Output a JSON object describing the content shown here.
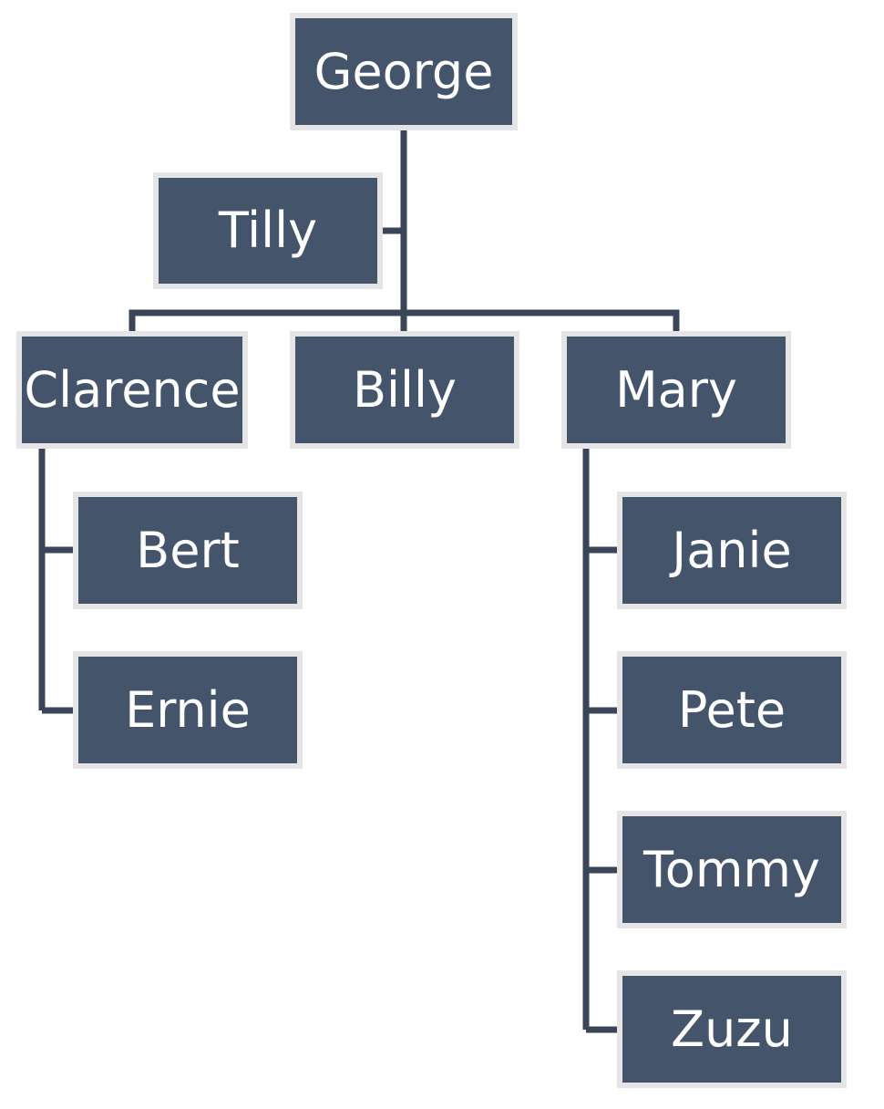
{
  "org_chart": {
    "root": "George",
    "assistant": "Tilly",
    "children": {
      "clarence": "Clarence",
      "billy": "Billy",
      "mary": "Mary"
    },
    "clarence_reports": [
      "Bert",
      "Ernie"
    ],
    "mary_reports": [
      "Janie",
      "Pete",
      "Tommy",
      "Zuzu"
    ]
  },
  "colors": {
    "box_fill": "#44546a",
    "box_border": "#e5e5e5",
    "connector": "#3a4658",
    "text": "#ffffff"
  }
}
